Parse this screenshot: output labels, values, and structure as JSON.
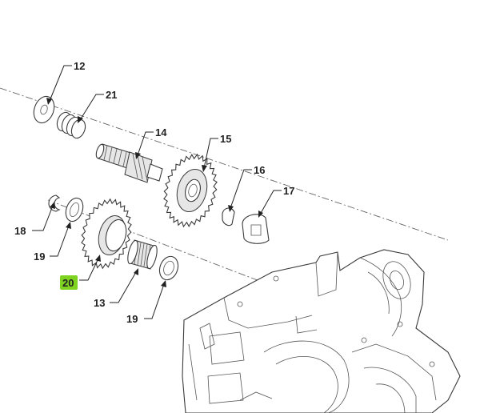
{
  "diagram": {
    "highlight_color": "#7ed321",
    "callouts": [
      {
        "id": "12",
        "label": "12"
      },
      {
        "id": "21",
        "label": "21"
      },
      {
        "id": "14",
        "label": "14"
      },
      {
        "id": "15",
        "label": "15"
      },
      {
        "id": "16",
        "label": "16"
      },
      {
        "id": "17",
        "label": "17"
      },
      {
        "id": "18",
        "label": "18"
      },
      {
        "id": "19a",
        "label": "19"
      },
      {
        "id": "20",
        "label": "20",
        "highlighted": true
      },
      {
        "id": "13",
        "label": "13"
      },
      {
        "id": "19b",
        "label": "19"
      }
    ]
  }
}
